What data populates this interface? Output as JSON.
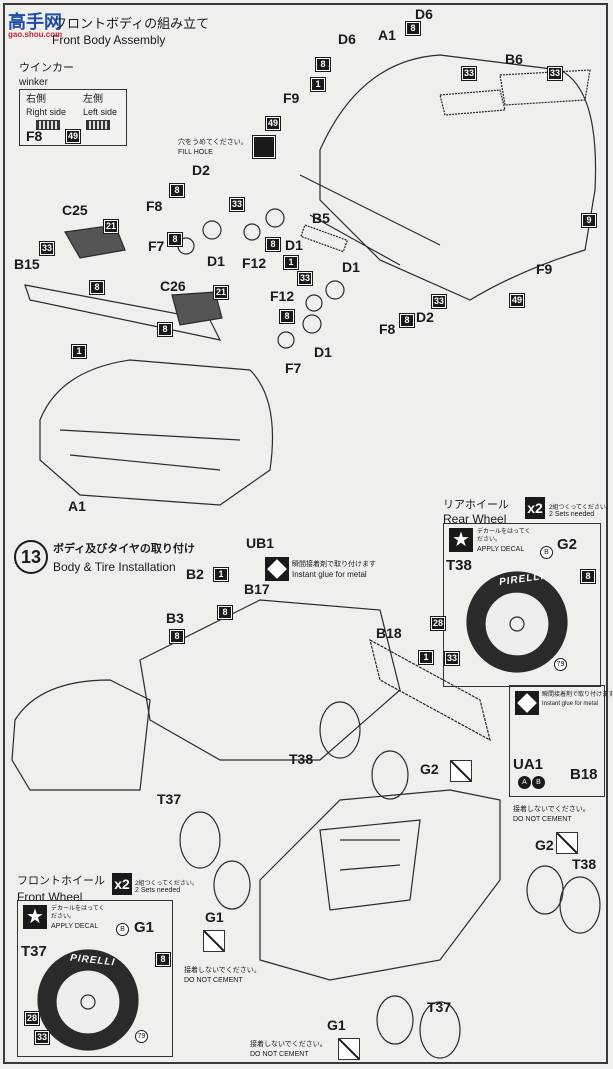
{
  "watermark": {
    "text": "高手网",
    "url": "gao.shou.com"
  },
  "step12": {
    "title_jp": "フロントボディの組み立て",
    "title_en": "Front Body Assembly",
    "winker": {
      "jp": "ウインカー",
      "en": "winker",
      "right_jp": "右側",
      "right_en": "Right side",
      "left_jp": "左側",
      "left_en": "Left side",
      "part": "F8",
      "number": "49"
    },
    "fill_hole": {
      "jp": "穴をうめてください。",
      "en": "FILL HOLE"
    }
  },
  "step13": {
    "number": "13",
    "title_jp": "ボディ及びタイヤの取り付け",
    "title_en": "Body & Tire Installation",
    "glue": {
      "jp": "瞬間接着剤で取り付けます",
      "en": "Instant glue for metal"
    },
    "glue_inset": {
      "jp": "瞬間接着剤で取り付けます",
      "en": "Instant glue for metal",
      "part_a": "UA1",
      "marks": [
        "A",
        "B"
      ],
      "part_b": "B18"
    }
  },
  "rear_wheel": {
    "jp": "リアホイール",
    "en": "Rear Wheel",
    "qty": "x2",
    "qty_jp": "2組つくってください。",
    "qty_en": "2 Sets needed",
    "decal_jp": "デカールをはってください。",
    "decal_en": "APPLY DECAL",
    "brand": "PIRELLI",
    "tire": "T38",
    "wheel": "G2",
    "decal_mark": "B",
    "nums": [
      "8",
      "28",
      "33",
      "79"
    ]
  },
  "front_wheel": {
    "jp": "フロントホイール",
    "en": "Front Wheel",
    "qty": "x2",
    "qty_jp": "2組つくってください。",
    "qty_en": "2 Sets needed",
    "decal_jp": "デカールをはってください。",
    "decal_en": "APPLY DECAL",
    "brand": "PIRELLI",
    "tire": "T37",
    "wheel": "G1",
    "decal_mark": "B",
    "nums": [
      "8",
      "28",
      "33",
      "79"
    ]
  },
  "no_cement": {
    "jp": "接着しないでください。",
    "en": "DO NOT CEMENT"
  },
  "labels": [
    "D6",
    "D6",
    "A1",
    "B6",
    "F9",
    "D2",
    "F8",
    "C25",
    "B15",
    "F7",
    "D1",
    "F12",
    "D1",
    "B5",
    "D1",
    "F12",
    "C26",
    "F9",
    "D2",
    "F8",
    "D1",
    "F7",
    "A1",
    "UB1",
    "B2",
    "B17",
    "B3",
    "B18",
    "T38",
    "G2",
    "T37",
    "G1",
    "G2",
    "T38",
    "G1",
    "T37"
  ],
  "numbers": [
    "8",
    "8",
    "33",
    "33",
    "1",
    "49",
    "8",
    "33",
    "21",
    "8",
    "1",
    "33",
    "21",
    "8",
    "8",
    "1",
    "33",
    "8",
    "33",
    "9",
    "49",
    "8",
    "8",
    "1",
    "8",
    "8",
    "1"
  ]
}
